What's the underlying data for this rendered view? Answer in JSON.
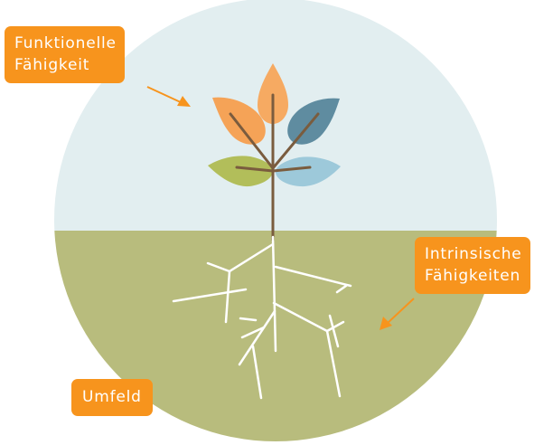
{
  "labels": {
    "functional": {
      "line1": "Funktionelle",
      "line2": "Fähigkeit"
    },
    "intrinsic": {
      "line1": "Intrinsische",
      "line2": "Fähigkeiten"
    },
    "environment": "Umfeld"
  },
  "colors": {
    "sky": "#E2EEF0",
    "ground": "#B8BC7D",
    "label_orange": "#F7941D",
    "stem": "#7A5C3E",
    "roots": "#FFFFFF",
    "leaf_orange": "#F5A357",
    "leaf_orange_light": "#F6AA62",
    "leaf_blue_dark": "#5F8CA0",
    "leaf_green": "#B2BE5A",
    "leaf_blue_light": "#9DC9DA"
  }
}
